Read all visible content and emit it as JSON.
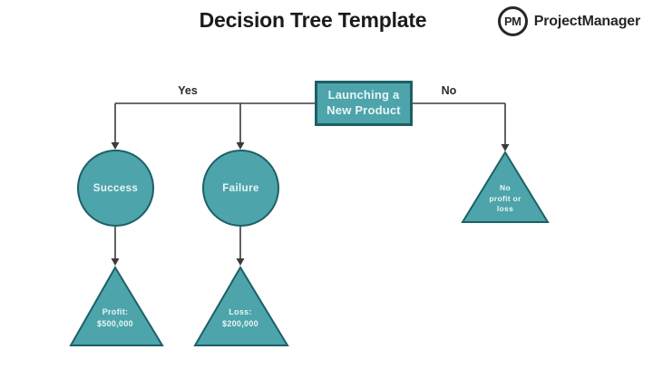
{
  "header": {
    "title": "Decision Tree Template"
  },
  "brand": {
    "monogram": "PM",
    "name": "ProjectManager"
  },
  "colors": {
    "shape_fill": "#4da4ab",
    "shape_border": "#1d6066",
    "line": "#3b3b3b",
    "text_on_shape": "#e9f6f6",
    "title": "#1b1b1b",
    "brand": "#262626"
  },
  "tree": {
    "root": {
      "label": "Launching a New Product"
    },
    "branch_yes": "Yes",
    "branch_no": "No",
    "chance_nodes": [
      {
        "label": "Success"
      },
      {
        "label": "Failure"
      }
    ],
    "outcomes": {
      "profit": {
        "line1": "Profit:",
        "line2": "$500,000"
      },
      "loss": {
        "line1": "Loss:",
        "line2": "$200,000"
      },
      "neutral": {
        "line1": "No",
        "line2": "profit or",
        "line3": "loss"
      }
    }
  }
}
